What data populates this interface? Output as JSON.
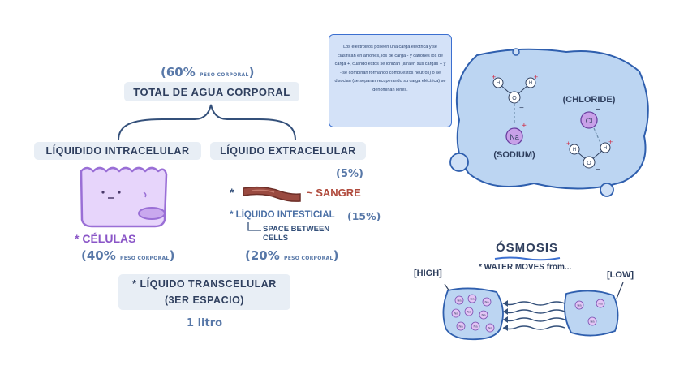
{
  "total": {
    "percent": "60%",
    "percent_note": "PESO CORPORAL",
    "title": "TOTAL DE AGUA CORPORAL"
  },
  "intracellular": {
    "title": "LÍQUIDIDO INTRACELULAR",
    "cells_label": "* CÉLULAS",
    "percent": "40%",
    "percent_note": "PESO CORPORAL"
  },
  "extracellular": {
    "title": "LÍQUIDO EXTRACELULAR",
    "blood_percent": "(5%)",
    "blood_label": "~ SANGRE",
    "interstitial_label": "* LÍQUIDO INTESTICIAL",
    "interstitial_percent": "(15%)",
    "between_cells_1": "SPACE BETWEEN",
    "between_cells_2": "CELLS",
    "percent": "20%",
    "percent_note": "PESO CORPORAL"
  },
  "transcellular": {
    "title_line1": "* LÍQUIDO TRANSCELULAR",
    "title_line2": "(3ER ESPACIO)",
    "volume": "1 litro"
  },
  "electrolytes_note": "Los electrólitos poseen una carga eléctrica y se clasifican en aniones, los de carga - y cationes los de carga +, cuando éstos se ionizan (atraen sus cargas + y - se combinan formando compuestos neutros) o se disocian (se separan recuperando su carga eléctrica) se denominan iones.",
  "ions": {
    "sodium_symbol": "Na",
    "sodium_name": "(SODIUM)",
    "chloride_name": "(CHLORIDE)",
    "chloride_symbol": "Cl",
    "water_h": "H",
    "water_o": "O"
  },
  "osmosis": {
    "title": "ÓSMOSIS",
    "subtitle": "* WATER MOVES from...",
    "high": "[HIGH]",
    "low": "[LOW]",
    "ion_label": "Na"
  },
  "colors": {
    "pill_bg": "#e8eef5",
    "cell_fill": "#e7d5fb",
    "cell_stroke": "#9a6fd6",
    "blood_vessel": "#9a4a40",
    "water_blob": "#bcd5f2",
    "note_bg": "#d4e2f8"
  }
}
